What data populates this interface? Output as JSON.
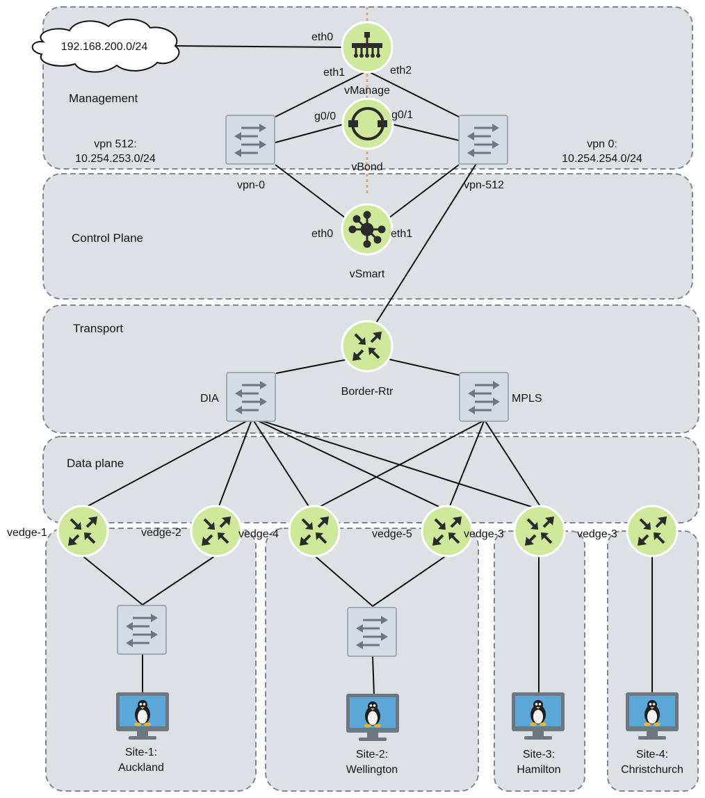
{
  "zones": {
    "management": "Management",
    "control_plane": "Control Plane",
    "transport": "Transport",
    "data_plane": "Data plane"
  },
  "notes": {
    "vpn512_line1": "vpn 512:",
    "vpn512_line2": "10.254.253.0/24",
    "vpn0_line1": "vpn 0:",
    "vpn0_line2": "10.254.254.0/24",
    "cloud": "192.168.200.0/24"
  },
  "devices": {
    "vmanage": "vManage",
    "vbond": "vBond",
    "vsmart": "vSmart",
    "vpn0_switch": "vpn-0",
    "vpn512_switch": "vpn-512",
    "border": "Border-Rtr",
    "dia": "DIA",
    "mpls": "MPLS",
    "vedge1": "vedge-1",
    "vedge2": "vedge-2",
    "vedge4": "vedge-4",
    "vedge5": "vedge-5",
    "vedge3a": "vedge-3",
    "vedge3b": "vedge-3"
  },
  "interfaces": {
    "vmanage_eth0": "eth0",
    "vmanage_eth1": "eth1",
    "vmanage_eth2": "eth2",
    "vbond_g00": "g0/0",
    "vbond_g01": "g0/1",
    "vsmart_eth0": "eth0",
    "vsmart_eth1": "eth1"
  },
  "sites": [
    {
      "line1": "Site-1:",
      "line2": "Auckland"
    },
    {
      "line1": "Site-2:",
      "line2": "Wellington"
    },
    {
      "line1": "Site-3:",
      "line2": "Hamilton"
    },
    {
      "line1": "Site-4:",
      "line2": "Christchurch"
    }
  ],
  "icons": {
    "controller": "network-hub-icon",
    "vbond": "orchestrator-icon",
    "vsmart": "hub-spoke-icon",
    "router": "router-icon",
    "switch": "switch-icon",
    "host": "linux-workstation-icon"
  },
  "colors": {
    "zone_fill": "#dde1e6",
    "device_green": "#cfe99a",
    "switch_fill": "#d5dbe2",
    "screen_blue": "#5aa7d8",
    "mgmt_dashed": "#d9a884"
  }
}
